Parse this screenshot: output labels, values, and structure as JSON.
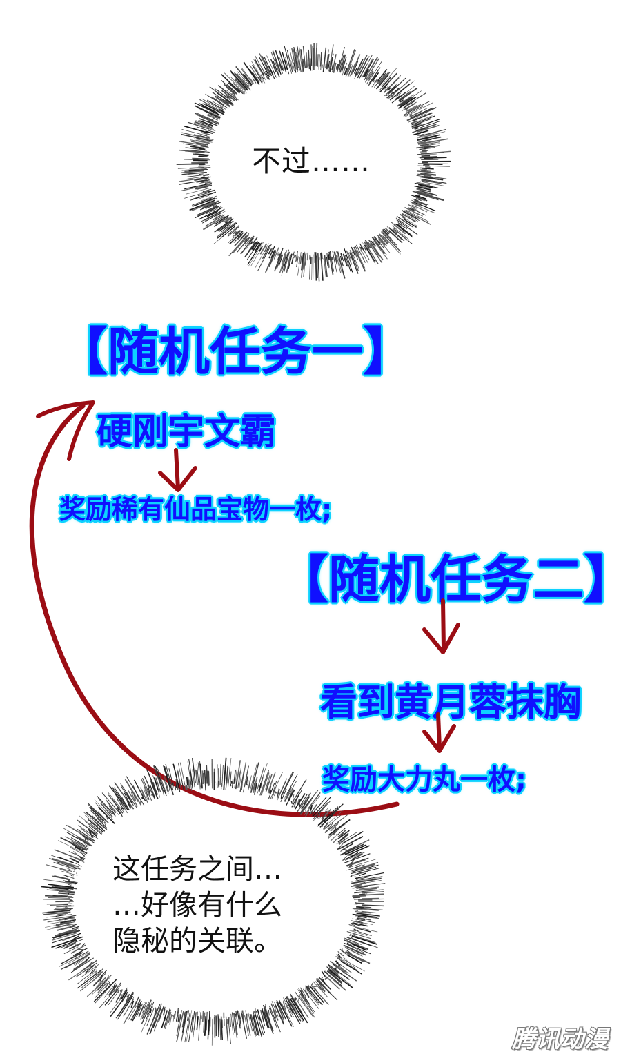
{
  "bubble_top": {
    "text": "不过……"
  },
  "quest_one": {
    "title": "【随机任务一】",
    "target": "硬刚宇文霸",
    "reward": "奖励稀有仙品宝物一枚;"
  },
  "quest_two": {
    "title": "【随机任务二】",
    "target": "看到黄月蓉抹胸",
    "reward": "奖励大力丸一枚;"
  },
  "bubble_bottom": {
    "lines": [
      "这任务之间…",
      "…好像有什么",
      "隐秘的关联。"
    ]
  },
  "watermark": "腾讯动漫",
  "colors": {
    "quest_text": "#1010ff",
    "quest_glow": "#0fd2ff",
    "arrow": "#9b0d14",
    "bubble_stroke": "#333333"
  }
}
